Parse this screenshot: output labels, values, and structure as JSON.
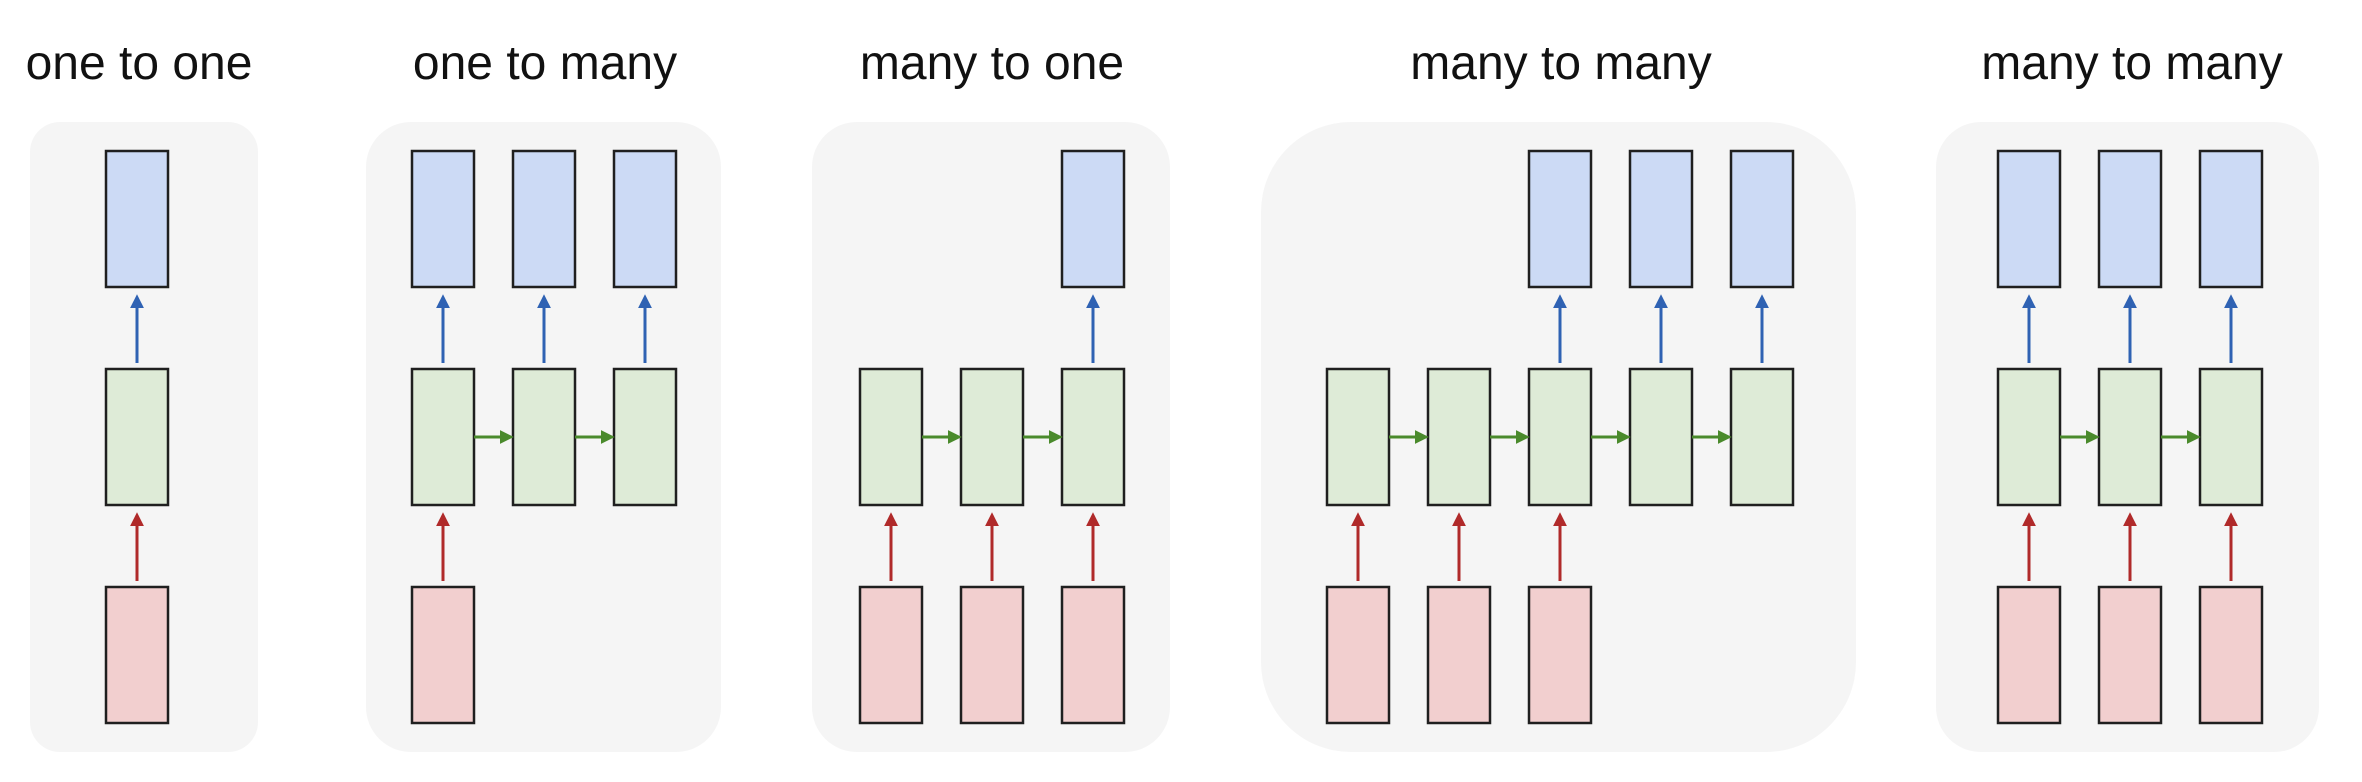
{
  "colors": {
    "panel_bg": "#f5f5f5",
    "output_fill": "#ccdaf5",
    "hidden_fill": "#deebd7",
    "input_fill": "#f2cfcf",
    "box_stroke": "#1f1f1f",
    "output_arrow": "#2f62b3",
    "hidden_arrow": "#4a8a2c",
    "input_arrow": "#b02a2a"
  },
  "panels": [
    {
      "title": "one to one",
      "columns": [
        {
          "input": true,
          "hidden": true,
          "output": true
        }
      ]
    },
    {
      "title": "one to many",
      "columns": [
        {
          "input": true,
          "hidden": true,
          "output": true
        },
        {
          "input": false,
          "hidden": true,
          "output": true
        },
        {
          "input": false,
          "hidden": true,
          "output": true
        }
      ]
    },
    {
      "title": "many to one",
      "columns": [
        {
          "input": true,
          "hidden": true,
          "output": false
        },
        {
          "input": true,
          "hidden": true,
          "output": false
        },
        {
          "input": true,
          "hidden": true,
          "output": true
        }
      ]
    },
    {
      "title": "many to many",
      "columns": [
        {
          "input": true,
          "hidden": true,
          "output": false
        },
        {
          "input": true,
          "hidden": true,
          "output": false
        },
        {
          "input": true,
          "hidden": true,
          "output": true
        },
        {
          "input": false,
          "hidden": true,
          "output": true
        },
        {
          "input": false,
          "hidden": true,
          "output": true
        }
      ]
    },
    {
      "title": "many to many",
      "columns": [
        {
          "input": true,
          "hidden": true,
          "output": true
        },
        {
          "input": true,
          "hidden": true,
          "output": true
        },
        {
          "input": true,
          "hidden": true,
          "output": true
        }
      ]
    }
  ]
}
